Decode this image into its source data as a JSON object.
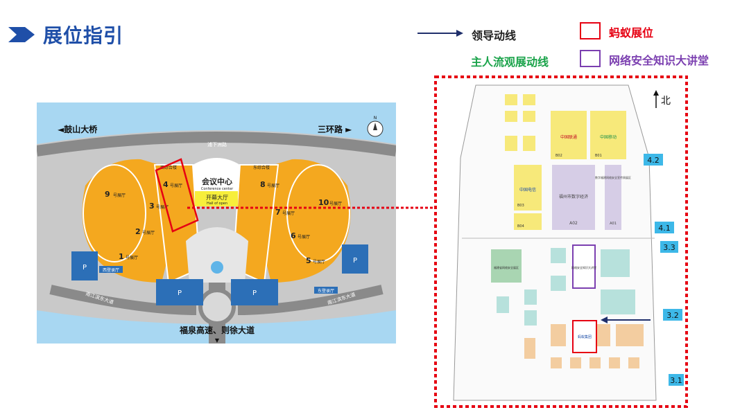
{
  "header": {
    "title": "展位指引"
  },
  "legend": {
    "leader_route": "领导动线",
    "host_route": "主人流观展动线",
    "ant_booth": "蚂蚁展位",
    "security_forum": "网络安全知识大讲堂",
    "colors": {
      "leader": "#1f2f6b",
      "host": "#1aa34a",
      "ant": "#e60012",
      "forum": "#7b3fb0"
    }
  },
  "overview_map": {
    "gushan_bridge": "◄鼓山大桥",
    "ring_road": "三环路 ►",
    "north": "N",
    "top_road": "浦下洲路",
    "conference_center": "会议中心",
    "conference_center_en": "Conference center",
    "opening_hall": "开幕大厅",
    "opening_hall_en": "Hall of open",
    "bottom_road": "福泉高速、则徐大道",
    "bottom_arrow": "▼",
    "west_entrance": "西综合楼",
    "east_entrance": "东综合楼",
    "west_hall": "西登录厅",
    "east_hall": "东登录厅",
    "left_road": "南江滨东大道",
    "right_road": "南江滨东大道",
    "parking": "P",
    "halls": [
      {
        "num": "1",
        "label": "号展厅"
      },
      {
        "num": "2",
        "label": "号展厅"
      },
      {
        "num": "3",
        "label": "号展厅"
      },
      {
        "num": "4",
        "label": "号展厅"
      },
      {
        "num": "5",
        "label": "号展厅"
      },
      {
        "num": "6",
        "label": "号展厅"
      },
      {
        "num": "7",
        "label": "号展厅"
      },
      {
        "num": "8",
        "label": "号展厅"
      },
      {
        "num": "9",
        "label": "号展厅"
      },
      {
        "num": "10",
        "label": "号展厅"
      }
    ],
    "colors": {
      "water": "#a8d7f2",
      "hall": "#f4a81f",
      "road": "#8a8a8a",
      "plaza": "#d9d9d9",
      "parking": "#2c6fb7",
      "highlight": "#e60012"
    }
  },
  "hall_plan": {
    "north": "北",
    "gates": [
      "4.2",
      "4.1",
      "3.3",
      "3.2",
      "3.1"
    ],
    "zones": {
      "a02": "A02",
      "a02_name": "福州市数字经济",
      "a01": "A01",
      "a01_name": "数字福建网络安全宣传周展区",
      "b02": "B02",
      "b01": "B01",
      "b03": "B03",
      "b04": "B04",
      "unicom": "中国联通",
      "mobile": "中国移动",
      "telecom": "中国电信",
      "forum_inner": "网络安全知识大讲堂",
      "ant": "蚂蚁集团",
      "gov": "福建省网络安全展区"
    },
    "colors": {
      "frame": "#e60012",
      "gate": "#3db8e8",
      "yellow": "#f7e97a",
      "purple": "#d6cde6",
      "green": "#a9d5b2",
      "teal": "#b7e1dc",
      "orange": "#f3cda0"
    }
  }
}
